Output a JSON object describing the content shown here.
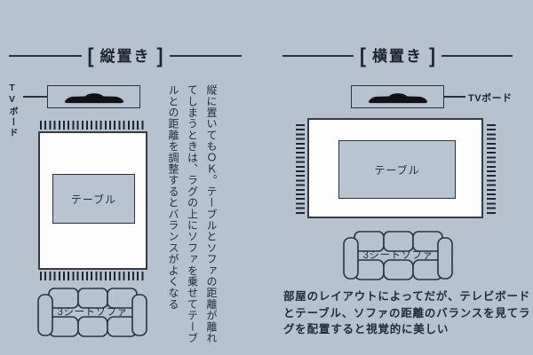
{
  "colors": {
    "background": "#b7c2d1",
    "line": "#2b323c",
    "rug": "#fdfdfd",
    "table_fill": "#b9c4d3",
    "tv": "#101216",
    "fringe": "#20262e",
    "text": "#232c37",
    "title": "#1d242e"
  },
  "icons": {
    "tv": "tv-silhouette-icon",
    "sofa": "three-seat-sofa-top-view-icon"
  },
  "sections": [
    {
      "bracket_open": "[",
      "title": "縦置き",
      "bracket_close": "]",
      "tv_board_label": "TVボード",
      "table_label": "テーブル",
      "sofa_label": "3シートソファ",
      "note": "縦に置いてもＯＫ。テーブルとソファの距離が離れ\nてしまうときは、ラグの上にソファを乗せてテーブ\nルとの距離を調整するとバランスがよくなる"
    },
    {
      "bracket_open": "[",
      "title": "横置き",
      "bracket_close": "]",
      "tv_board_label": "TVボード",
      "table_label": "テーブル",
      "sofa_label": "3シートソファ",
      "note": "部屋のレイアウトによってだが、テレビボード\nとテーブル、ソファの距離のバランスを見てラ\nグを配置すると視覚的に美しい"
    }
  ]
}
